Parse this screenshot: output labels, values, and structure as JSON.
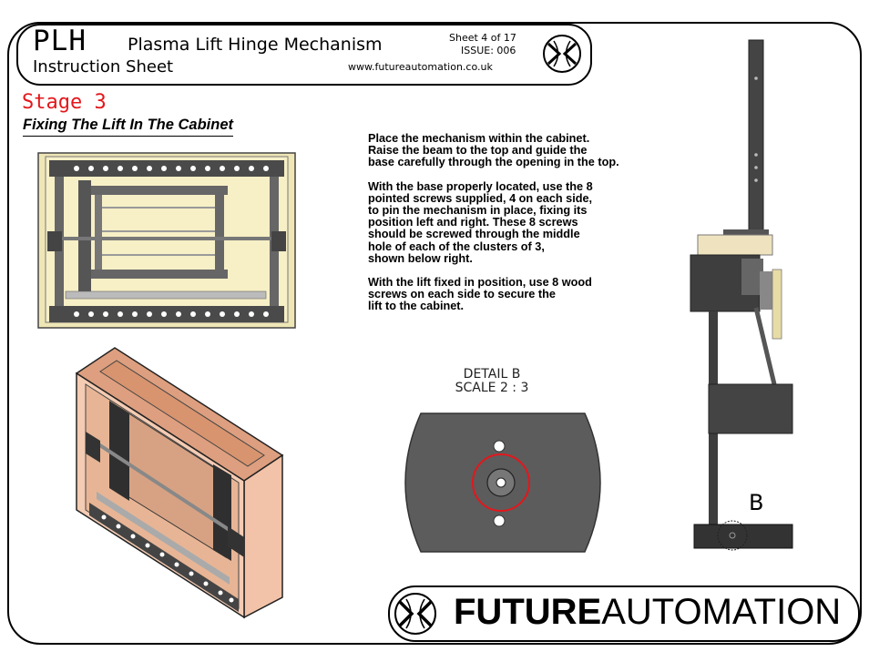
{
  "header": {
    "code": "PLH",
    "title": "Plasma Lift Hinge Mechanism",
    "subtitle": "Instruction Sheet",
    "sheet": "Sheet 4 of 17",
    "issue": "ISSUE: 006",
    "url": "www.futureautomation.co.uk"
  },
  "stage": {
    "title": "Stage 3",
    "subtitle": "Fixing The Lift In The Cabinet"
  },
  "instructions": [
    "Place the mechanism within the cabinet.\nRaise the beam to the top and guide the\nbase carefully through the opening in the top.",
    "With the base properly located, use the 8\npointed screws supplied, 4 on each side,\nto pin the mechanism in place, fixing its\nposition left and right.  These 8 screws\nshould be screwed through the middle\nhole of each of the clusters of 3,\nshown below right.",
    "With the lift fixed in position, use 8 wood\nscrews on each side to secure the\nlift to the cabinet."
  ],
  "detail": {
    "name": "DETAIL B",
    "scale": "SCALE 2 : 3",
    "callout": "B"
  },
  "brand": {
    "bold": "FUTURE",
    "regular": "AUTOMATION"
  },
  "colors": {
    "accent_red": "#e3171c",
    "cabinet": "#f2c3a8",
    "panel": "#f6efc8",
    "metal": "#5c5c5c"
  }
}
